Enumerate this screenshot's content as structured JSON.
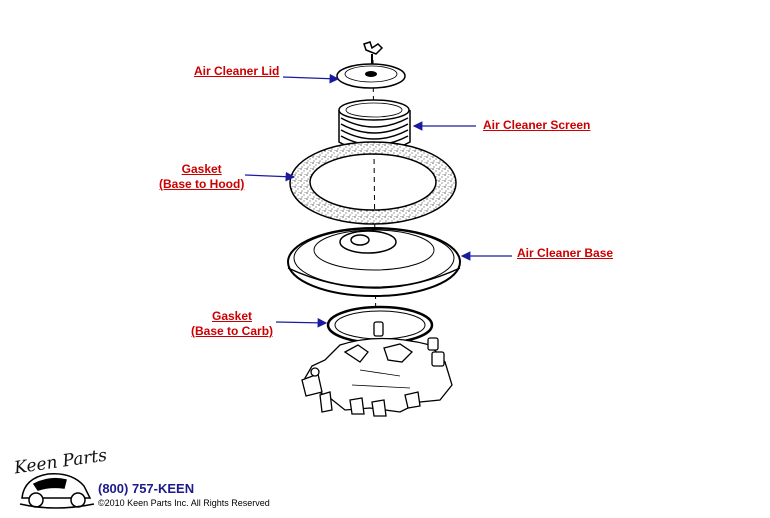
{
  "labels": {
    "air_cleaner_lid": "Air Cleaner Lid",
    "air_cleaner_screen": "Air Cleaner Screen",
    "gasket_hood_line1": "Gasket",
    "gasket_hood_line2": "(Base to Hood)",
    "air_cleaner_base": "Air Cleaner Base",
    "gasket_carb_line1": "Gasket",
    "gasket_carb_line2": "(Base to Carb)"
  },
  "footer": {
    "logo_text": "Keen Parts",
    "phone": "(800) 757-KEEN",
    "copyright": "©2010 Keen Parts Inc. All Rights Reserved"
  },
  "colors": {
    "label": "#cc0000",
    "arrow": "#1a1aa0",
    "phone": "#1a1a8a"
  },
  "icons": {
    "logo": "car-logo-icon"
  }
}
